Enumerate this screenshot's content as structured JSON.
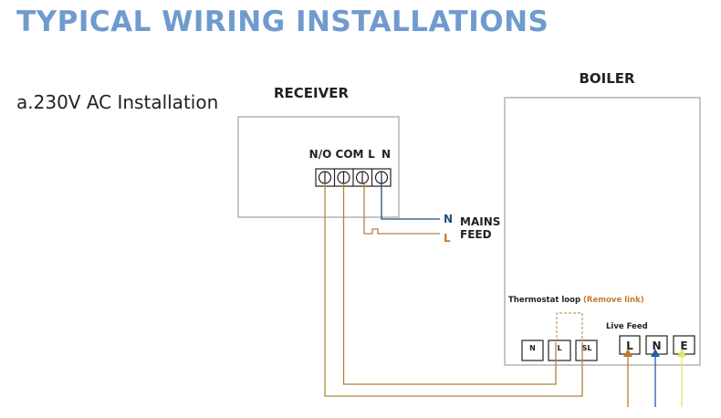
{
  "header": {
    "title": "TYPICAL WIRING INSTALLATIONS"
  },
  "section": {
    "label": "a.230V AC Installation"
  },
  "receiver": {
    "title": "RECEIVER",
    "terminals": [
      "N/O",
      "COM",
      "L",
      "N"
    ]
  },
  "mains": {
    "n_label": "N",
    "l_label": "L",
    "line1": "MAINS",
    "line2": "FEED"
  },
  "boiler": {
    "title": "BOILER",
    "thermostat_label": "Thermostat loop",
    "thermostat_note": "(Remove link)",
    "thermostat_terminals": [
      "N",
      "L",
      "SL"
    ],
    "live_feed_label": "Live Feed",
    "live_terminals": [
      "L",
      "N",
      "E"
    ]
  },
  "colors": {
    "title": "#6f9bcf",
    "live_brown": "#b5823e",
    "neutral_blue": "#1f4e7a",
    "earth_yellow": "#e3e36a",
    "arrow_brown": "#c47a32",
    "arrow_blue": "#1e5fa8",
    "box_border": "#a0a0a0",
    "note_orange": "#c47a32"
  }
}
